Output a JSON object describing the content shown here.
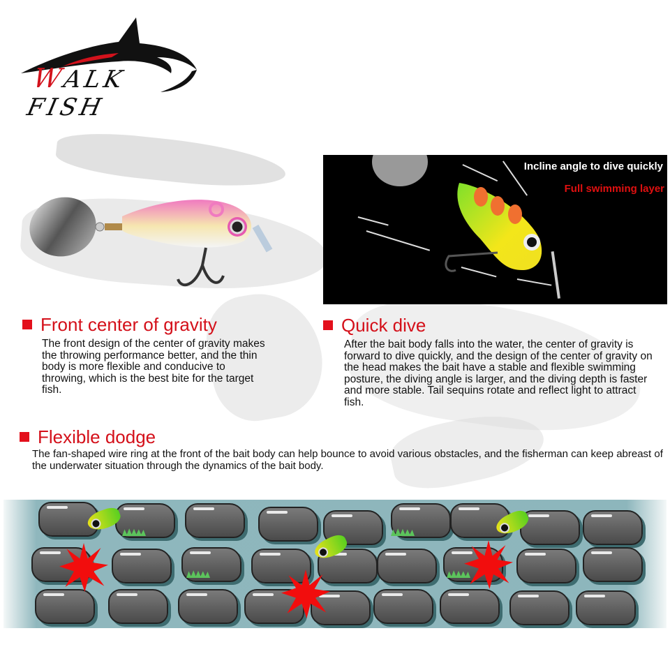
{
  "brand": {
    "logo_text_first": "W",
    "logo_text_rest": "ALK FISH",
    "accent_color": "#d4101a"
  },
  "photo_panel": {
    "label_top": "Incline angle to dive quickly",
    "label_bottom": "Full swimming layer"
  },
  "sections": [
    {
      "title": "Front center of gravity",
      "body": "The front design of the center of gravity makes the throwing performance better, and the thin body is more flexible and conducive to throwing, which is the best bite for the target fish."
    },
    {
      "title": "Quick dive",
      "body": "After the bait body falls into the water, the center of gravity is forward to dive quickly, and the design of the center of gravity on the head makes the bait have a stable and flexible swimming posture, the diving angle is larger, and the diving depth is faster and more stable. Tail sequins rotate and reflect light to attract fish."
    },
    {
      "title": "Flexible dodge",
      "body": "The fan-shaped wire ring at the front of the bait body can help bounce to avoid various obstacles, and the fisherman can keep abreast of the underwater situation through the dynamics of the bait body."
    }
  ],
  "images": {
    "pink_lure": "pink-white spinner lure with silver blade and treble hook",
    "green_lure_photo": "green-yellow spotted lure on black background",
    "scene": "illustration of lures bouncing over underwater rocks"
  }
}
